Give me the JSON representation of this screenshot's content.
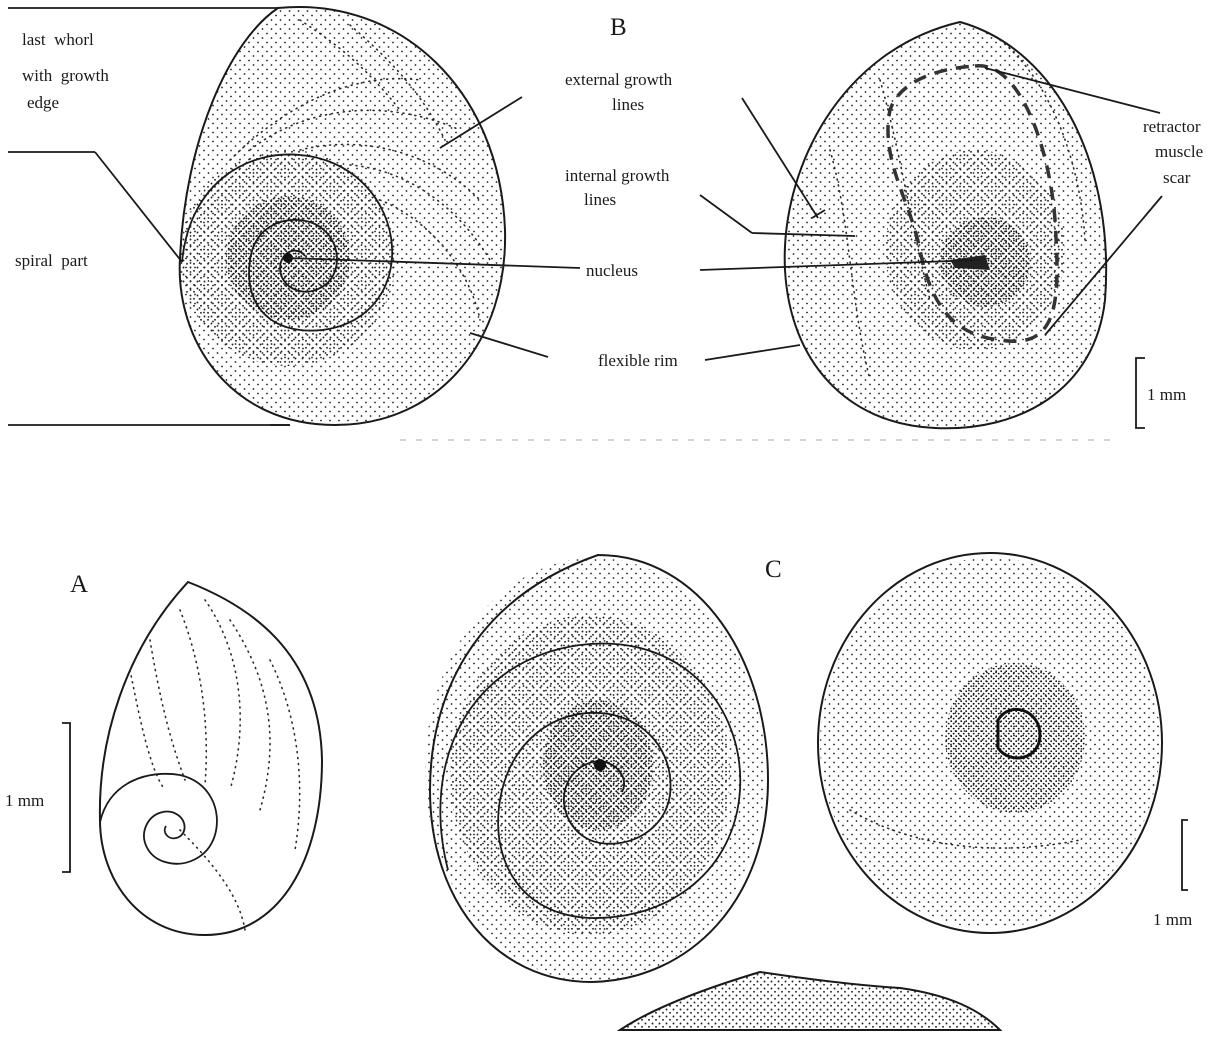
{
  "panels": {
    "a": "A",
    "b": "B",
    "c": "C"
  },
  "labels": {
    "last_whorl_1": "last  whorl",
    "last_whorl_2": "with  growth",
    "last_whorl_3": "edge",
    "spiral_part": "spiral  part",
    "external_growth_1": "external growth",
    "external_growth_2": "lines",
    "internal_growth_1": "internal growth",
    "internal_growth_2": "lines",
    "nucleus": "nucleus",
    "flexible_rim": "flexible rim",
    "retractor_1": "retractor",
    "retractor_2": "muscle",
    "retractor_3": "scar"
  },
  "scale_bars": {
    "b": "1 mm",
    "a": "1 mm",
    "c": "1 mm"
  },
  "colors": {
    "ink": "#1a1a1a",
    "paper": "#ffffff"
  }
}
